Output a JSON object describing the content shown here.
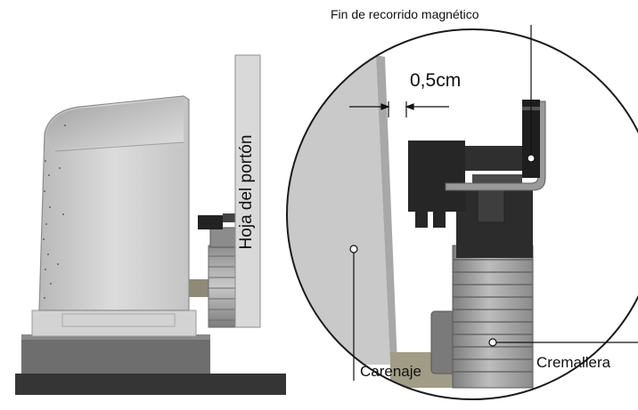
{
  "labels": {
    "limit_stop": "Fin de recorrido magnético",
    "gap_dimension": "0,5cm",
    "gate_leaf": "Hoja del portón",
    "rack": "Cremallera",
    "housing": "Carenaje"
  }
}
